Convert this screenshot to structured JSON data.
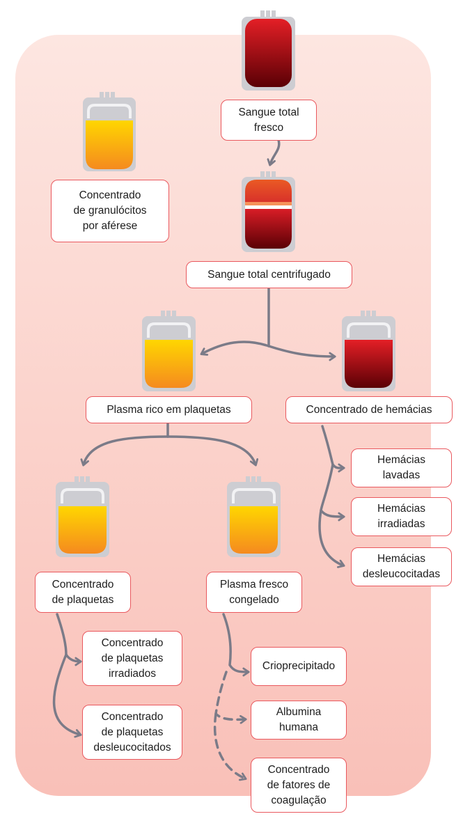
{
  "diagram": {
    "title": "",
    "colors": {
      "panel_top": "#fde6e1",
      "panel_bottom": "#f9c0b8",
      "box_border": "#e9585e",
      "arrow": "#7b7b88",
      "bag_shell": "#cdcdd2",
      "whole_blood_top": "#e41f26",
      "whole_blood_bottom": "#5a0005",
      "plasma_top": "#ffd600",
      "plasma_bottom": "#f58a1f",
      "centrifuged_top": "#e8502a",
      "centrifuged_band": "#f6925a"
    },
    "nodes": {
      "whole_blood": {
        "label": "Sangue total\nfresco",
        "bag": "whole-blood"
      },
      "granulocytes": {
        "label": "Concentrado\nde granulócitos\npor aférese",
        "bag": "plasma"
      },
      "centrifuged": {
        "label": "Sangue total centrifugado",
        "bag": "centrifuged"
      },
      "prp": {
        "label": "Plasma rico em plaquetas",
        "bag": "plasma"
      },
      "rbc": {
        "label": "Concentrado de hemácias",
        "bag": "red-cells"
      },
      "washed_rbc": {
        "label": "Hemácias\nlavadas"
      },
      "irradiated_rbc": {
        "label": "Hemácias\nirradiadas"
      },
      "leukoreduced_rbc": {
        "label": "Hemácias\ndesleucocitadas"
      },
      "platelets": {
        "label": "Concentrado\nde plaquetas",
        "bag": "plasma"
      },
      "ffp": {
        "label": "Plasma fresco\ncongelado",
        "bag": "plasma"
      },
      "irradiated_platelets": {
        "label": "Concentrado\nde plaquetas\nirradiados"
      },
      "leukoreduced_platelets": {
        "label": "Concentrado\nde plaquetas\ndesleucocitados"
      },
      "cryo": {
        "label": "Crioprecipitado"
      },
      "albumin": {
        "label": "Albumina\nhumana"
      },
      "factor_concentrate": {
        "label": "Concentrado\nde fatores de\ncoagulação"
      }
    },
    "edges": [
      {
        "from": "whole_blood",
        "to": "centrifuged",
        "style": "solid"
      },
      {
        "from": "centrifuged",
        "to": "prp",
        "style": "solid"
      },
      {
        "from": "centrifuged",
        "to": "rbc",
        "style": "solid"
      },
      {
        "from": "prp",
        "to": "platelets",
        "style": "solid"
      },
      {
        "from": "prp",
        "to": "ffp",
        "style": "solid"
      },
      {
        "from": "rbc",
        "to": "washed_rbc",
        "style": "solid"
      },
      {
        "from": "rbc",
        "to": "irradiated_rbc",
        "style": "solid"
      },
      {
        "from": "rbc",
        "to": "leukoreduced_rbc",
        "style": "solid"
      },
      {
        "from": "platelets",
        "to": "irradiated_platelets",
        "style": "solid"
      },
      {
        "from": "platelets",
        "to": "leukoreduced_platelets",
        "style": "solid"
      },
      {
        "from": "ffp",
        "to": "cryo",
        "style": "solid"
      },
      {
        "from": "ffp",
        "to": "albumin",
        "style": "dashed"
      },
      {
        "from": "ffp",
        "to": "factor_concentrate",
        "style": "dashed"
      }
    ]
  }
}
